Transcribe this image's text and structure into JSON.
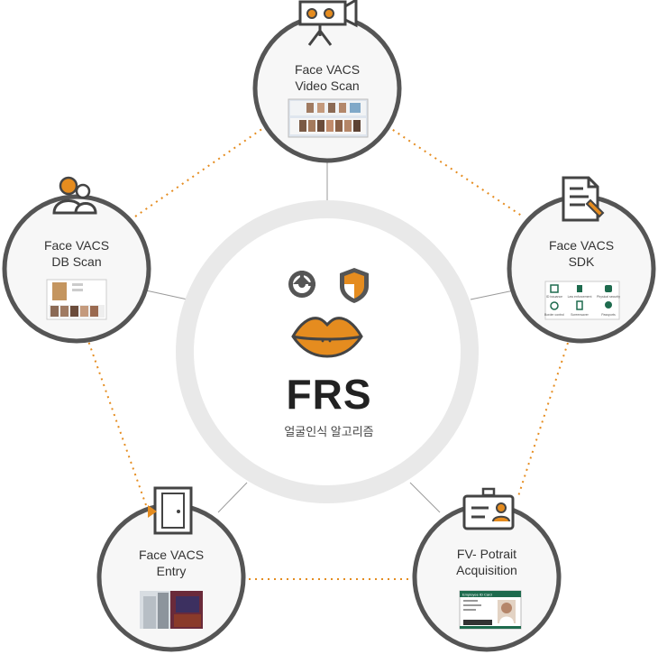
{
  "center": {
    "title": "FRS",
    "subtitle": "얼굴인식 알고리즘",
    "icons": [
      "aperture-icon",
      "shield-icon",
      "lips-icon"
    ]
  },
  "nodes": [
    {
      "key": "video",
      "line1": "Face VACS",
      "line2": "Video Scan",
      "icon": "video-camera-icon"
    },
    {
      "key": "sdk",
      "line1": "Face VACS",
      "line2": "SDK",
      "icon": "document-pen-icon"
    },
    {
      "key": "acquisition",
      "line1": "FV- Potrait",
      "line2": "Acquisition",
      "icon": "id-badge-icon"
    },
    {
      "key": "entry",
      "line1": "Face VACS",
      "line2": "Entry",
      "icon": "door-icon"
    },
    {
      "key": "db",
      "line1": "Face VACS",
      "line2": "DB Scan",
      "icon": "users-icon"
    }
  ],
  "sdk_items": [
    "ID issuance",
    "Law enforcement",
    "Physical security",
    "Border control",
    "Screensaver",
    "Passports"
  ],
  "id_card": {
    "header": "Employee ID Card"
  },
  "colors": {
    "accent": "#e58c1f",
    "ring": "#555555",
    "dots": "#e58c1f",
    "outer_ring": "#e8e8e8"
  }
}
